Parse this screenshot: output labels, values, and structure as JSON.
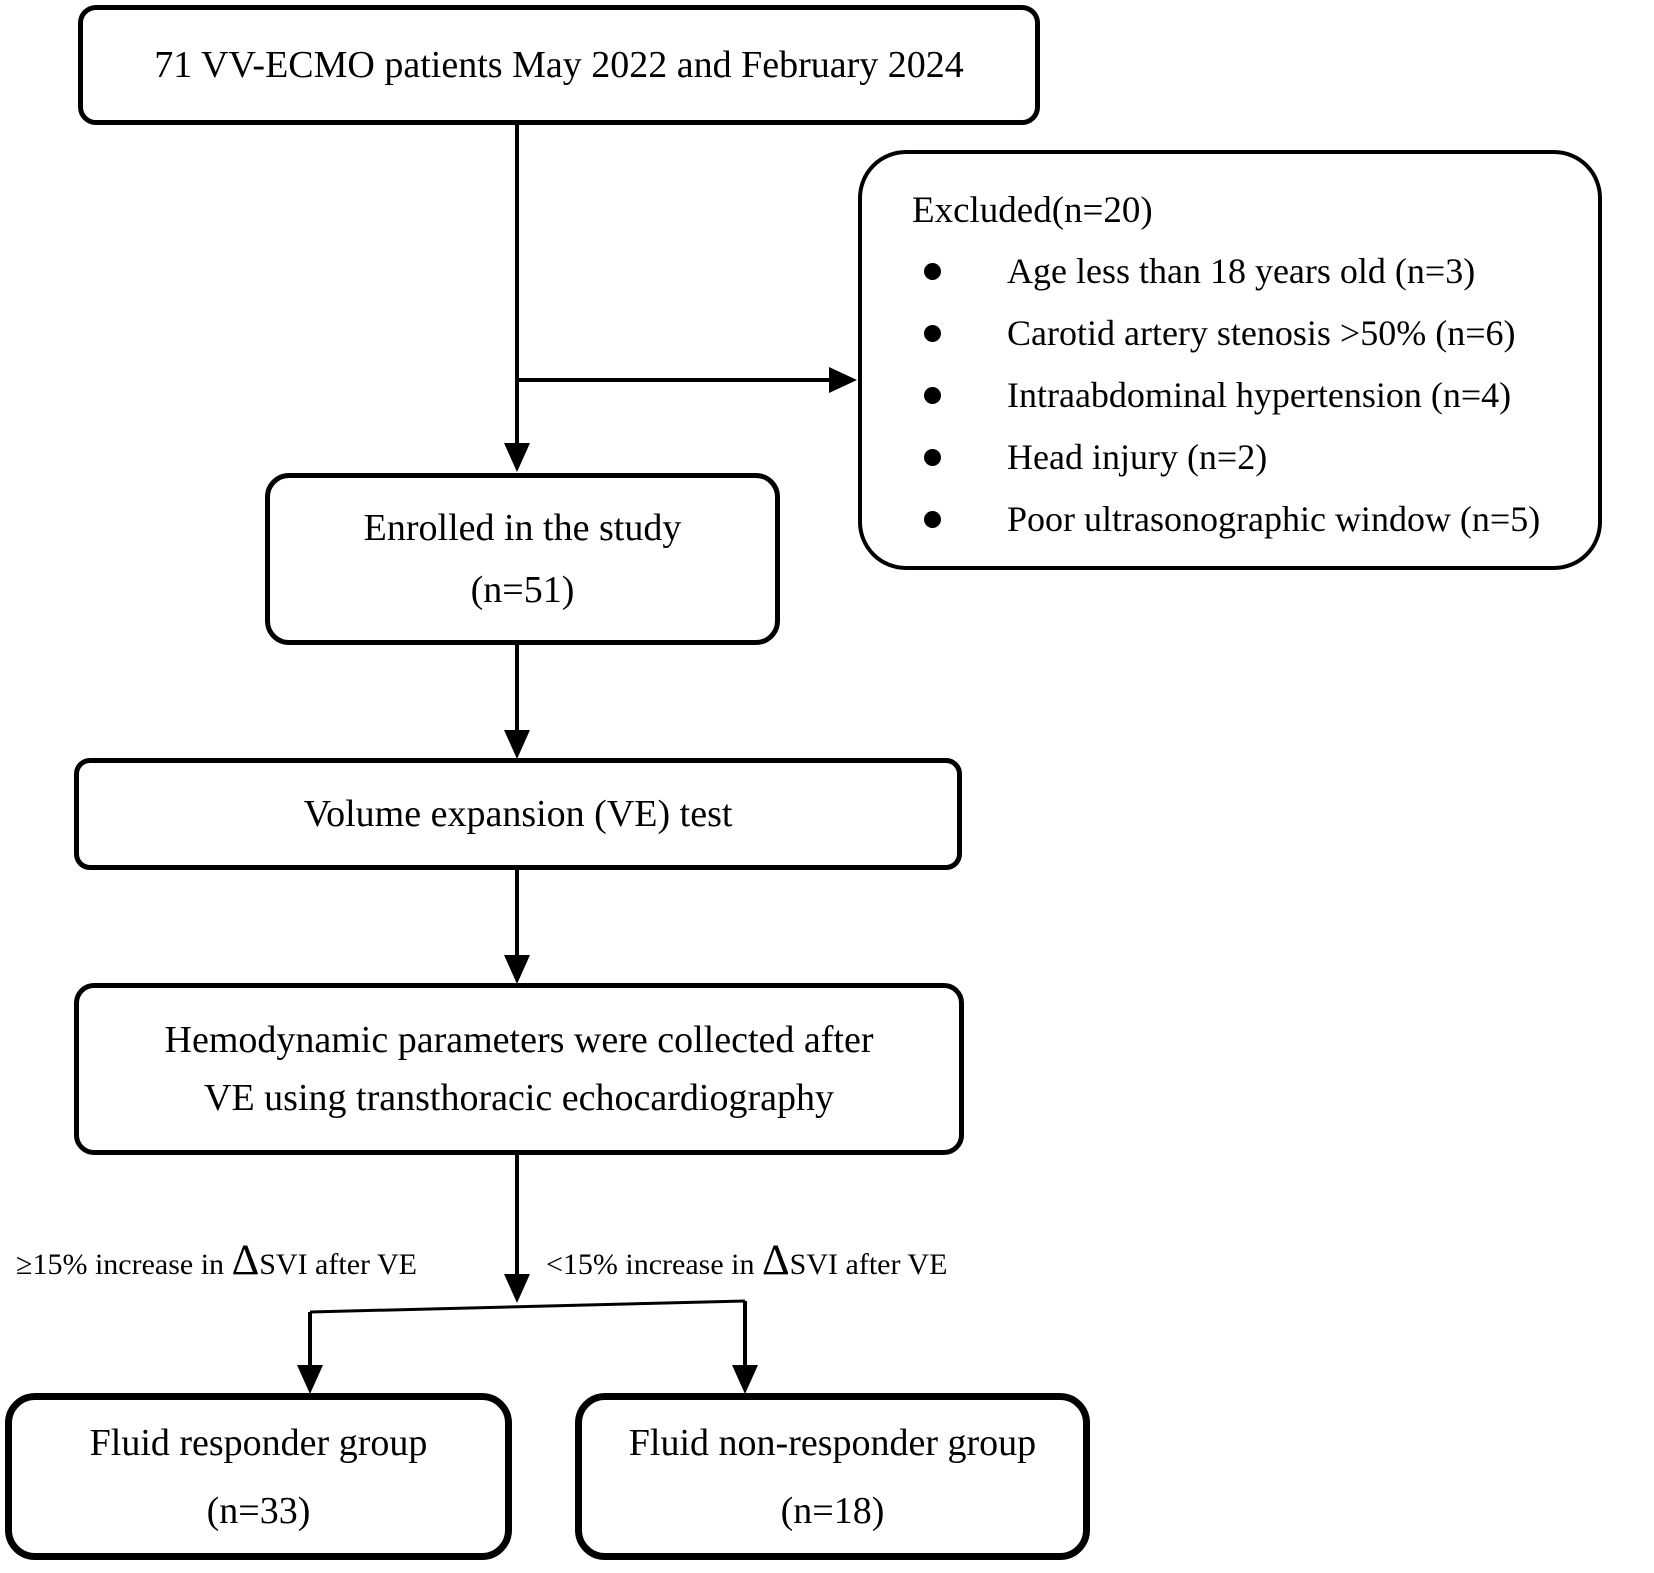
{
  "diagram": {
    "boxes": {
      "initial": {
        "text": "71 VV-ECMO patients May 2022 and February 2024"
      },
      "excluded": {
        "title": "Excluded(n=20)",
        "items": [
          "Age less than 18 years old (n=3)",
          "Carotid artery stenosis >50% (n=6)",
          "Intraabdominal hypertension (n=4)",
          "Head injury (n=2)",
          "Poor ultrasonographic window (n=5)"
        ]
      },
      "enrolled": {
        "line1": "Enrolled in the study",
        "line2": "(n=51)"
      },
      "ve_test": {
        "text": "Volume expansion (VE) test"
      },
      "hemodynamic": {
        "line1": "Hemodynamic parameters were collected after",
        "line2": "VE using transthoracic echocardiography"
      },
      "responder": {
        "line1": "Fluid responder group",
        "line2": "(n=33)"
      },
      "non_responder": {
        "line1": "Fluid non-responder group",
        "line2": "(n=18)"
      }
    },
    "branch_labels": {
      "left_prefix": "≥15% increase in ",
      "left_delta": "Δ",
      "left_suffix": "SVI after VE",
      "right_prefix": "<15% increase in ",
      "right_delta": "Δ",
      "right_suffix": "SVI after VE"
    },
    "colors": {
      "line": "#000000",
      "border": "#000000",
      "background": "#ffffff",
      "text": "#000000"
    }
  }
}
